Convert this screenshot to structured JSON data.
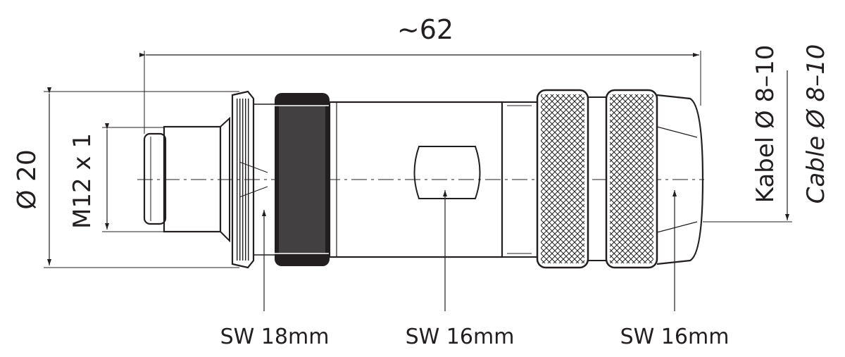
{
  "dimensions": {
    "overall_length": "~62",
    "diameter": "Ø 20",
    "thread": "M12 x 1",
    "cable_de": "Kabel Ø 8–10",
    "cable_en": "Cable Ø 8–10"
  },
  "wrench_sizes": {
    "left": "SW 18mm",
    "middle": "SW 16mm",
    "right": "SW 16mm"
  },
  "colors": {
    "line": "#231f20",
    "background": "#ffffff"
  }
}
